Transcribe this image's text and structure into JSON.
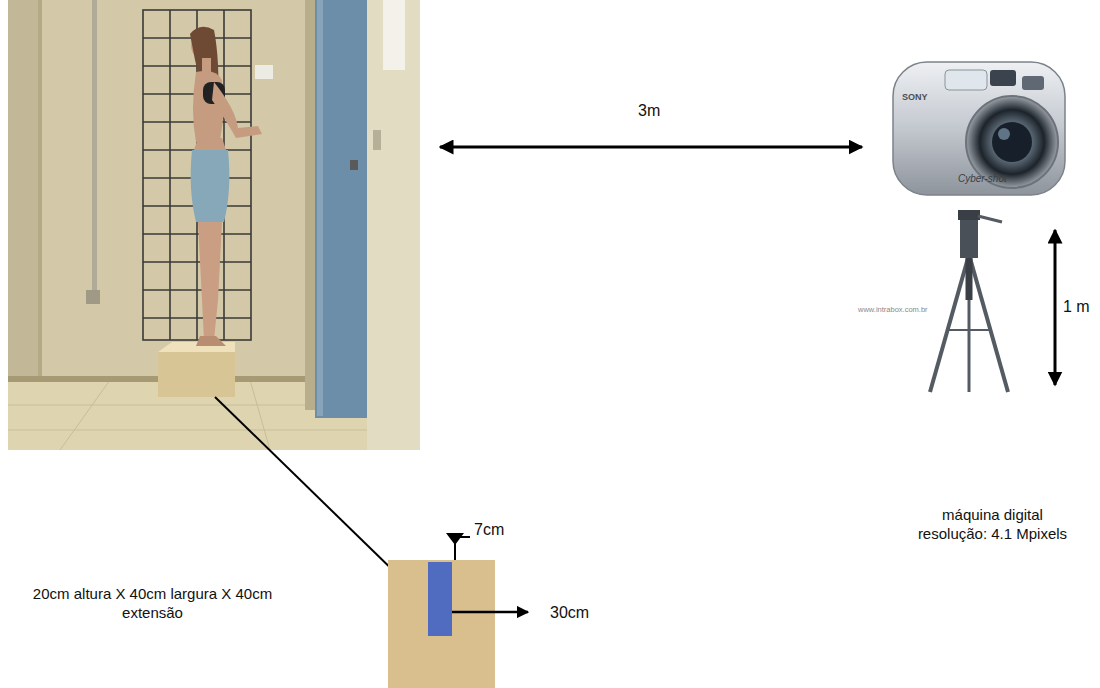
{
  "diagram": {
    "labels": [
      "3m",
      "1 m",
      "7cm",
      "30cm",
      "20cm altura X 40cm largura X 40cm extensão",
      "máquina digital resolução: 4.1 Mpixels",
      "SONY",
      "Cyber-shot",
      "www.intrabox.com.br"
    ]
  }
}
